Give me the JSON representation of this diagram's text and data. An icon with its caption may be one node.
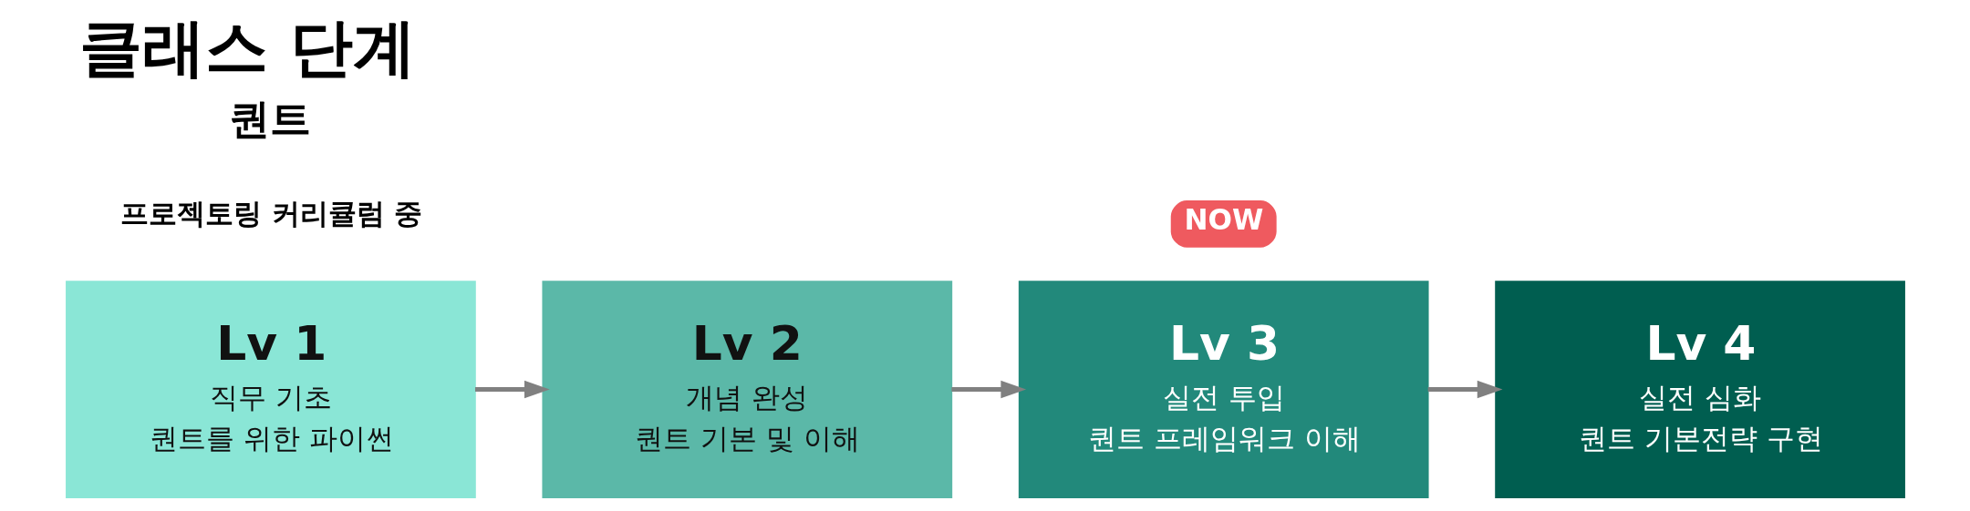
{
  "diagram": {
    "title": "클래스 단계",
    "nodes": [
      {
        "text": [
          "Lv 1",
          "직무 기초",
          "퀀트를 위한 파이썬"
        ]
      },
      {
        "text": [
          "Lv 2",
          "개념 완성",
          "퀀트 기본 및 이해"
        ]
      },
      {
        "text": [
          "Lv 3",
          "실전 투입",
          "퀀트 프레임워크 이해"
        ],
        "beside": [
          "NOW"
        ]
      },
      {
        "text": [
          "Lv 4",
          "실전 심화",
          "퀀트 기본전략 구현"
        ]
      }
    ],
    "edges": [
      {
        "from": 0,
        "to": 1,
        "arrow": "to"
      },
      {
        "from": 1,
        "to": 2,
        "arrow": "to"
      },
      {
        "from": 2,
        "to": 3,
        "arrow": "to"
      }
    ],
    "labels": [
      "퀀트",
      "프로젝토링 커리큘럼 중"
    ]
  }
}
